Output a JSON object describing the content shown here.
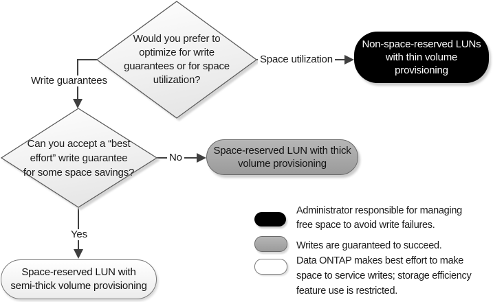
{
  "flowchart": {
    "decision1": {
      "lines": [
        "Would you prefer to",
        "optimize for write",
        "guarantees or for space",
        "utilization?"
      ]
    },
    "decision2": {
      "lines": [
        "Can you accept a “best",
        "effort” write guarantee",
        "for some space savings?"
      ]
    },
    "labels": {
      "write_guarantees": "Write guarantees",
      "space_utilization": "Space utilization",
      "no": "No",
      "yes": "Yes"
    },
    "outcome_thin": {
      "lines": [
        "Non-space-reserved LUNs",
        "with thin volume",
        "provisioning"
      ],
      "fill": "#000000",
      "text_color": "#ffffff"
    },
    "outcome_thick": {
      "lines": [
        "Space-reserved LUN with thick",
        "volume provisioning"
      ],
      "fill": "#a9a9a9",
      "text_color": "#111111"
    },
    "outcome_semi_thick": {
      "lines": [
        "Space-reserved LUN with",
        "semi-thick volume provisioning"
      ],
      "fill": "#ffffff",
      "text_color": "#111111"
    }
  },
  "legend": {
    "items": [
      {
        "swatch": "black-pill",
        "color": "#000000",
        "lines": [
          "Administrator responsible for managing",
          "free space to avoid write failures."
        ]
      },
      {
        "swatch": "gray-pill",
        "color": "#a9a9a9",
        "lines": [
          "Writes are guaranteed to succeed."
        ]
      },
      {
        "swatch": "white-pill",
        "color": "#ffffff",
        "lines": [
          "Data ONTAP makes best effort to make",
          "space to service writes; storage efficiency",
          "feature use is restricted."
        ]
      }
    ]
  },
  "colors": {
    "connector": "#3f3f3f",
    "diamond_border": "#5a5a5a",
    "diamond_fill_top": "#ffffff",
    "diamond_fill_bottom": "#e7e7e7"
  }
}
